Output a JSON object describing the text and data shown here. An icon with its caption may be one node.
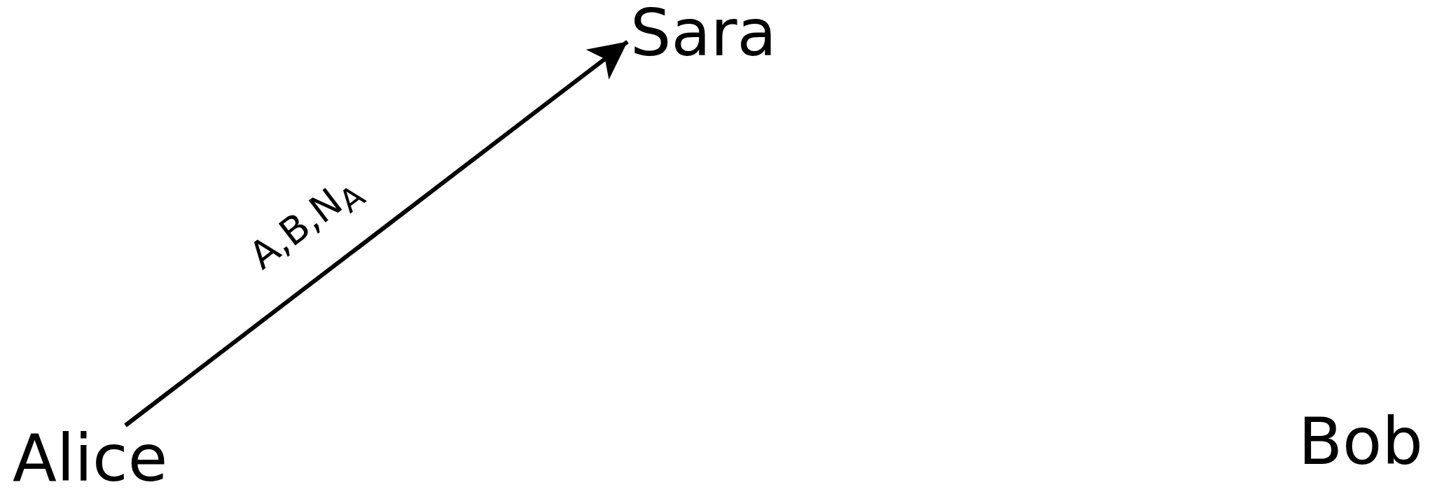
{
  "diagram": {
    "nodes": [
      {
        "text": [
          "Alice"
        ]
      },
      {
        "text": [
          "Sara"
        ]
      },
      {
        "text": [
          "Bob"
        ]
      }
    ],
    "edges": [
      {
        "from": 0,
        "to": 1,
        "arrow": "to",
        "label": "A,B,N$_{A}$"
      }
    ]
  }
}
